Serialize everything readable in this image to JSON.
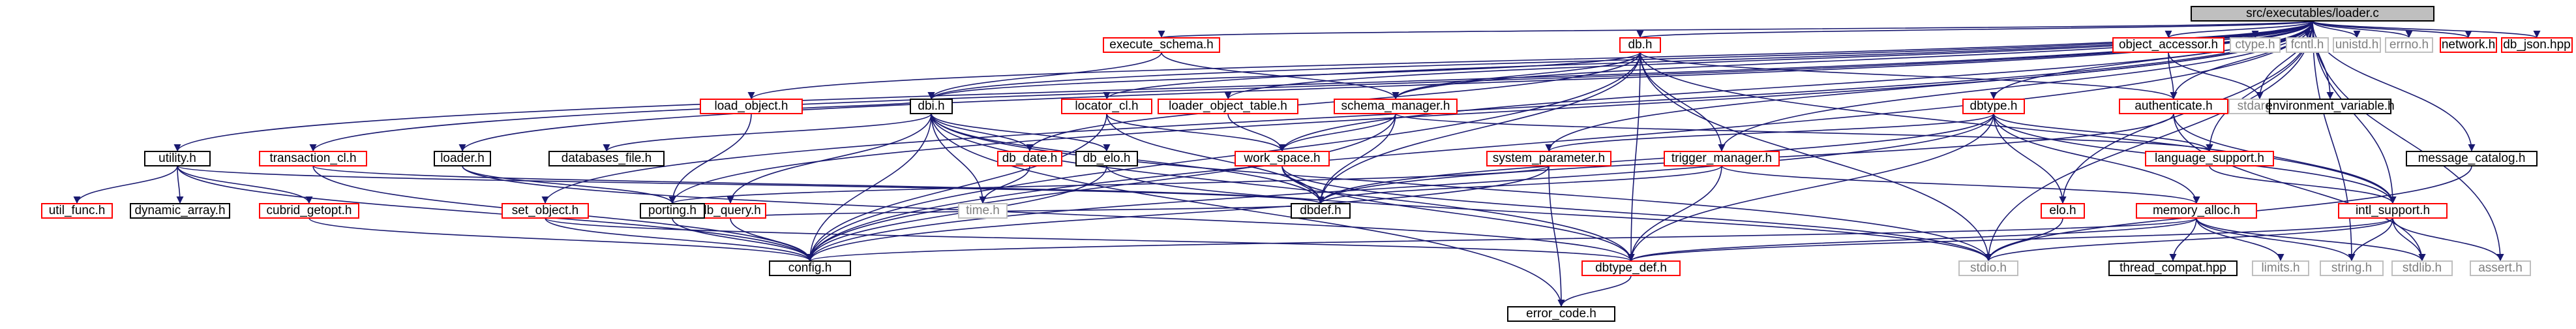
{
  "graph": {
    "root": "src/executables/loader.c",
    "colors": {
      "root_fill": "#bfbfbf",
      "root_border": "#000000",
      "documented_border": "#000000",
      "missing_border": "#ff0000",
      "system_border": "#bfbfbf",
      "node_fill": "#ffffff",
      "edge": "#191970",
      "system_text": "#7f7f7f"
    },
    "nodes": [
      {
        "id": "root",
        "label": "src/executables/loader.c",
        "kind": "root"
      },
      {
        "id": "execute_schema",
        "label": "execute_schema.h",
        "kind": "missing"
      },
      {
        "id": "db",
        "label": "db.h",
        "kind": "missing"
      },
      {
        "id": "object_accessor",
        "label": "object_accessor.h",
        "kind": "missing"
      },
      {
        "id": "load_object",
        "label": "load_object.h",
        "kind": "missing"
      },
      {
        "id": "dbi",
        "label": "dbi.h",
        "kind": "documented"
      },
      {
        "id": "locator_cl",
        "label": "locator_cl.h",
        "kind": "missing"
      },
      {
        "id": "loader_object_table",
        "label": "loader_object_table.h",
        "kind": "missing"
      },
      {
        "id": "schema_manager",
        "label": "schema_manager.h",
        "kind": "missing"
      },
      {
        "id": "dbtype",
        "label": "dbtype.h",
        "kind": "missing"
      },
      {
        "id": "authenticate",
        "label": "authenticate.h",
        "kind": "missing"
      },
      {
        "id": "stdarg",
        "label": "stdarg.h",
        "kind": "system"
      },
      {
        "id": "message_catalog",
        "label": "message_catalog.h",
        "kind": "documented"
      },
      {
        "id": "ctype",
        "label": "ctype.h",
        "kind": "system"
      },
      {
        "id": "fcntl",
        "label": "fcntl.h",
        "kind": "system"
      },
      {
        "id": "unistd",
        "label": "unistd.h",
        "kind": "system"
      },
      {
        "id": "errno",
        "label": "errno.h",
        "kind": "system"
      },
      {
        "id": "network",
        "label": "network.h",
        "kind": "missing"
      },
      {
        "id": "environment_variable",
        "label": "environment_variable.h",
        "kind": "documented"
      },
      {
        "id": "db_json",
        "label": "db_json.hpp",
        "kind": "missing"
      },
      {
        "id": "utility",
        "label": "utility.h",
        "kind": "documented"
      },
      {
        "id": "transaction_cl",
        "label": "transaction_cl.h",
        "kind": "missing"
      },
      {
        "id": "loader",
        "label": "loader.h",
        "kind": "documented"
      },
      {
        "id": "databases_file",
        "label": "databases_file.h",
        "kind": "documented"
      },
      {
        "id": "db_date",
        "label": "db_date.h",
        "kind": "missing"
      },
      {
        "id": "db_elo",
        "label": "db_elo.h",
        "kind": "documented"
      },
      {
        "id": "work_space",
        "label": "work_space.h",
        "kind": "missing"
      },
      {
        "id": "system_parameter",
        "label": "system_parameter.h",
        "kind": "missing"
      },
      {
        "id": "trigger_manager",
        "label": "trigger_manager.h",
        "kind": "missing"
      },
      {
        "id": "language_support",
        "label": "language_support.h",
        "kind": "missing"
      },
      {
        "id": "db_query",
        "label": "db_query.h",
        "kind": "missing"
      },
      {
        "id": "util_func",
        "label": "util_func.h",
        "kind": "missing"
      },
      {
        "id": "dynamic_array",
        "label": "dynamic_array.h",
        "kind": "documented"
      },
      {
        "id": "cubrid_getopt",
        "label": "cubrid_getopt.h",
        "kind": "missing"
      },
      {
        "id": "set_object",
        "label": "set_object.h",
        "kind": "missing"
      },
      {
        "id": "porting",
        "label": "porting.h",
        "kind": "documented"
      },
      {
        "id": "time",
        "label": "time.h",
        "kind": "system"
      },
      {
        "id": "dbdef",
        "label": "dbdef.h",
        "kind": "documented"
      },
      {
        "id": "elo",
        "label": "elo.h",
        "kind": "missing"
      },
      {
        "id": "intl_support",
        "label": "intl_support.h",
        "kind": "missing"
      },
      {
        "id": "memory_alloc",
        "label": "memory_alloc.h",
        "kind": "missing"
      },
      {
        "id": "config",
        "label": "config.h",
        "kind": "documented"
      },
      {
        "id": "dbtype_def",
        "label": "dbtype_def.h",
        "kind": "missing"
      },
      {
        "id": "stdio",
        "label": "stdio.h",
        "kind": "system"
      },
      {
        "id": "thread_compat",
        "label": "thread_compat.hpp",
        "kind": "documented"
      },
      {
        "id": "limits",
        "label": "limits.h",
        "kind": "system"
      },
      {
        "id": "string",
        "label": "string.h",
        "kind": "system"
      },
      {
        "id": "stdlib",
        "label": "stdlib.h",
        "kind": "system"
      },
      {
        "id": "assert",
        "label": "assert.h",
        "kind": "system"
      },
      {
        "id": "error_code",
        "label": "error_code.h",
        "kind": "documented"
      }
    ],
    "edges": [
      [
        "root",
        "execute_schema"
      ],
      [
        "root",
        "db"
      ],
      [
        "root",
        "object_accessor"
      ],
      [
        "root",
        "load_object"
      ],
      [
        "root",
        "dbi"
      ],
      [
        "root",
        "locator_cl"
      ],
      [
        "root",
        "loader_object_table"
      ],
      [
        "root",
        "schema_manager"
      ],
      [
        "root",
        "dbtype"
      ],
      [
        "root",
        "authenticate"
      ],
      [
        "root",
        "stdarg"
      ],
      [
        "root",
        "message_catalog"
      ],
      [
        "root",
        "ctype"
      ],
      [
        "root",
        "fcntl"
      ],
      [
        "root",
        "unistd"
      ],
      [
        "root",
        "errno"
      ],
      [
        "root",
        "network"
      ],
      [
        "root",
        "environment_variable"
      ],
      [
        "root",
        "db_json"
      ],
      [
        "root",
        "utility"
      ],
      [
        "root",
        "transaction_cl"
      ],
      [
        "root",
        "loader"
      ],
      [
        "root",
        "system_parameter"
      ],
      [
        "root",
        "trigger_manager"
      ],
      [
        "root",
        "language_support"
      ],
      [
        "root",
        "porting"
      ],
      [
        "root",
        "work_space"
      ],
      [
        "root",
        "elo"
      ],
      [
        "root",
        "intl_support"
      ],
      [
        "root",
        "config"
      ],
      [
        "root",
        "set_object"
      ],
      [
        "root",
        "assert"
      ],
      [
        "root",
        "string"
      ],
      [
        "root",
        "stdio"
      ],
      [
        "execute_schema",
        "dbi"
      ],
      [
        "execute_schema",
        "schema_manager"
      ],
      [
        "db",
        "dbi"
      ],
      [
        "db",
        "db_date"
      ],
      [
        "db",
        "authenticate"
      ],
      [
        "db",
        "schema_manager"
      ],
      [
        "db",
        "trigger_manager"
      ],
      [
        "db",
        "dbtype_def"
      ],
      [
        "db",
        "dbdef"
      ],
      [
        "db",
        "stdio"
      ],
      [
        "db",
        "config"
      ],
      [
        "db",
        "intl_support"
      ],
      [
        "object_accessor",
        "authenticate"
      ],
      [
        "object_accessor",
        "stdarg"
      ],
      [
        "load_object",
        "dbi"
      ],
      [
        "load_object",
        "porting"
      ],
      [
        "dbi",
        "databases_file"
      ],
      [
        "dbi",
        "db_date"
      ],
      [
        "dbi",
        "db_elo"
      ],
      [
        "dbi",
        "db_query"
      ],
      [
        "dbi",
        "dbdef"
      ],
      [
        "dbi",
        "time"
      ],
      [
        "dbi",
        "config"
      ],
      [
        "dbi",
        "stdio"
      ],
      [
        "dbi",
        "dbtype_def"
      ],
      [
        "dbi",
        "error_code"
      ],
      [
        "locator_cl",
        "work_space"
      ],
      [
        "locator_cl",
        "dbdef"
      ],
      [
        "locator_cl",
        "config"
      ],
      [
        "loader_object_table",
        "work_space"
      ],
      [
        "schema_manager",
        "work_space"
      ],
      [
        "schema_manager",
        "dbdef"
      ],
      [
        "schema_manager",
        "config"
      ],
      [
        "schema_manager",
        "language_support"
      ],
      [
        "dbtype",
        "system_parameter"
      ],
      [
        "dbtype",
        "language_support"
      ],
      [
        "dbtype",
        "elo"
      ],
      [
        "dbtype",
        "memory_alloc"
      ],
      [
        "dbtype",
        "intl_support"
      ],
      [
        "dbtype",
        "dbdef"
      ],
      [
        "dbtype",
        "dbtype_def"
      ],
      [
        "dbtype",
        "config"
      ],
      [
        "authenticate",
        "dbdef"
      ],
      [
        "authenticate",
        "intl_support"
      ],
      [
        "authenticate",
        "stdlib"
      ],
      [
        "message_catalog",
        "stdio"
      ],
      [
        "utility",
        "util_func"
      ],
      [
        "utility",
        "dynamic_array"
      ],
      [
        "utility",
        "cubrid_getopt"
      ],
      [
        "utility",
        "config"
      ],
      [
        "utility",
        "dbdef"
      ],
      [
        "transaction_cl",
        "config"
      ],
      [
        "transaction_cl",
        "dbdef"
      ],
      [
        "loader",
        "porting"
      ],
      [
        "loader",
        "dbtype_def"
      ],
      [
        "db_date",
        "time"
      ],
      [
        "db_elo",
        "config"
      ],
      [
        "db_elo",
        "stdio"
      ],
      [
        "work_space",
        "dbdef"
      ],
      [
        "work_space",
        "dbtype_def"
      ],
      [
        "work_space",
        "stdio"
      ],
      [
        "system_parameter",
        "porting"
      ],
      [
        "system_parameter",
        "config"
      ],
      [
        "system_parameter",
        "error_code"
      ],
      [
        "trigger_manager",
        "dbdef"
      ],
      [
        "trigger_manager",
        "dbtype_def"
      ],
      [
        "trigger_manager",
        "memory_alloc"
      ],
      [
        "language_support",
        "intl_support"
      ],
      [
        "db_query",
        "config"
      ],
      [
        "db_query",
        "dbdef"
      ],
      [
        "cubrid_getopt",
        "config"
      ],
      [
        "set_object",
        "config"
      ],
      [
        "set_object",
        "dbtype_def"
      ],
      [
        "porting",
        "config"
      ],
      [
        "elo",
        "stdio"
      ],
      [
        "memory_alloc",
        "config"
      ],
      [
        "memory_alloc",
        "thread_compat"
      ],
      [
        "memory_alloc",
        "limits"
      ],
      [
        "memory_alloc",
        "string"
      ],
      [
        "memory_alloc",
        "stdlib"
      ],
      [
        "memory_alloc",
        "dbtype_def"
      ],
      [
        "intl_support",
        "stdio"
      ],
      [
        "intl_support",
        "string"
      ],
      [
        "intl_support",
        "stdlib"
      ],
      [
        "intl_support",
        "assert"
      ],
      [
        "intl_support",
        "dbtype_def"
      ],
      [
        "dbtype_def",
        "error_code"
      ]
    ]
  }
}
